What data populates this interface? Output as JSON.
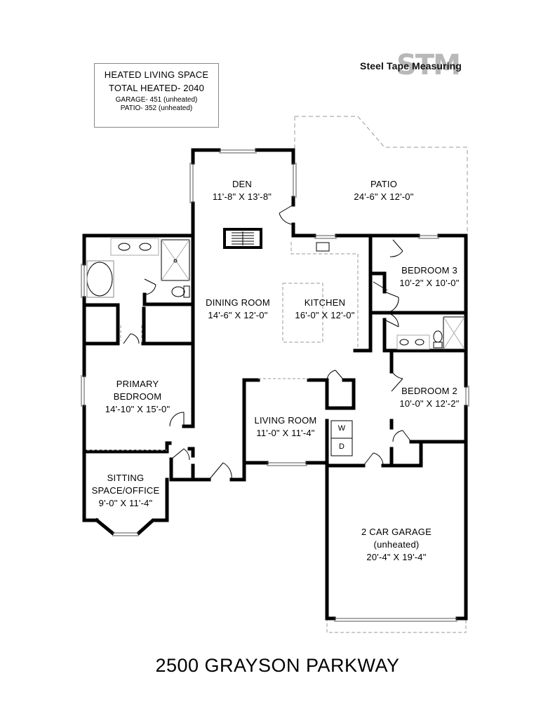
{
  "legend": {
    "line1": "HEATED LIVING SPACE",
    "line2": "TOTAL HEATED- 2040",
    "line3": "GARAGE- 451 (unheated)",
    "line4": "PATIO- 352 (unheated)"
  },
  "logo": {
    "mark": "STM",
    "text": "Steel Tape Measuring"
  },
  "rooms": {
    "den": {
      "name": "DEN",
      "dims": "11'-8\" X 13'-8\""
    },
    "patio": {
      "name": "PATIO",
      "dims": "24'-6\" X 12'-0\""
    },
    "bedroom3": {
      "name": "BEDROOM 3",
      "dims": "10'-2\" X 10'-0\""
    },
    "dining": {
      "name": "DINING ROOM",
      "dims": "14'-6\" X 12'-0\""
    },
    "kitchen": {
      "name": "KITCHEN",
      "dims": "16'-0\" X 12'-0\""
    },
    "primary": {
      "name1": "PRIMARY",
      "name2": "BEDROOM",
      "dims": "14'-10\" X 15'-0\""
    },
    "bedroom2": {
      "name": "BEDROOM 2",
      "dims": "10'-0\" X 12'-2\""
    },
    "living": {
      "name": "LIVING ROOM",
      "dims": "11'-0\" X 11'-4\""
    },
    "sitting": {
      "name1": "SITTING",
      "name2": "SPACE/OFFICE",
      "dims": "9'-0\" X 11'-4\""
    },
    "garage": {
      "name1": "2 CAR GARAGE",
      "name2": "(unheated)",
      "dims": "20'-4\" X 19'-4\""
    }
  },
  "laundry": {
    "washer": "W",
    "dryer": "D"
  },
  "address": "2500 GRAYSON PARKWAY"
}
